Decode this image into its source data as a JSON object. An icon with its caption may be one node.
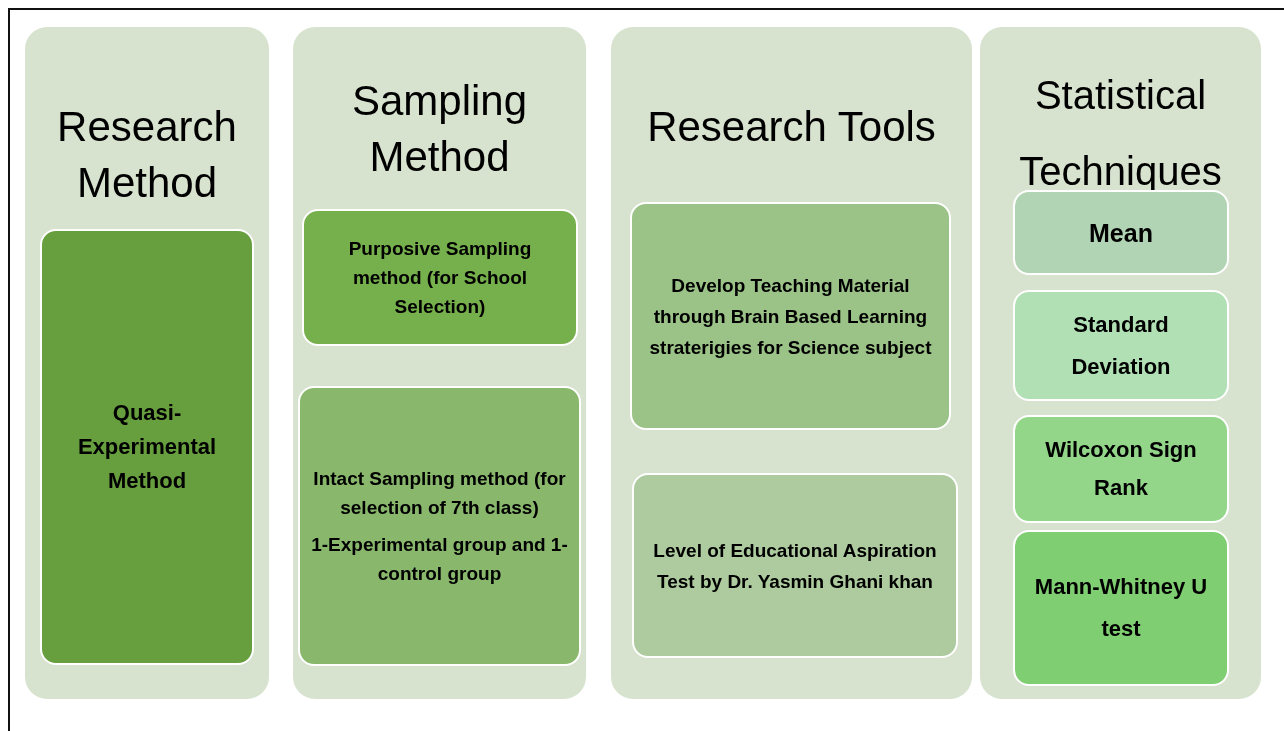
{
  "diagram": {
    "nodes": [
      {
        "text": [
          "Research Method"
        ]
      },
      {
        "text": [
          "Quasi-Experimental Method"
        ],
        "in": 0
      },
      {
        "text": [
          "Sampling Method"
        ]
      },
      {
        "text": [
          "Purposive Sampling method (for School Selection)"
        ],
        "in": 2
      },
      {
        "text": [
          "Intact Sampling method (for selection of 7th class)",
          "1-Experimental group and 1- control group"
        ],
        "in": 2
      },
      {
        "text": [
          "Research Tools"
        ]
      },
      {
        "text": [
          "Develop Teaching Material through Brain Based Learning straterigies for Science subject"
        ],
        "in": 5
      },
      {
        "text": [
          "Level of Educational Aspiration Test by Dr. Yasmin Ghani khan"
        ],
        "in": 5
      },
      {
        "text": [
          "Statistical Techniques"
        ]
      },
      {
        "text": [
          "Mean"
        ],
        "in": 8
      },
      {
        "text": [
          "Standard Deviation"
        ],
        "in": 8
      },
      {
        "text": [
          "Wilcoxon Sign Rank"
        ],
        "in": 8
      },
      {
        "text": [
          "Mann-Whitney U test"
        ],
        "in": 8
      }
    ]
  }
}
